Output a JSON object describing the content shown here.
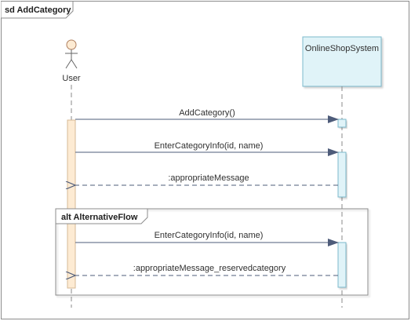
{
  "diagram": {
    "frame_title": "sd AddCategory",
    "actor": {
      "name": "User"
    },
    "participant": {
      "name": "OnlineShopSystem"
    },
    "fragment": {
      "label": "alt AlternativeFlow"
    },
    "messages": [
      {
        "label": "AddCategory()",
        "kind": "sync"
      },
      {
        "label": "EnterCategoryInfo(id, name)",
        "kind": "sync"
      },
      {
        "label": ":appropriateMessage",
        "kind": "return"
      },
      {
        "label": "EnterCategoryInfo(id, name)",
        "kind": "sync"
      },
      {
        "label": ":appropriateMessage_reservedcategory",
        "kind": "return"
      }
    ],
    "colors": {
      "frame_border": "#8c8c8c",
      "lifeline": "#8a8a8a",
      "arrow": "#4e5c7a",
      "participant_fill": "#e0f3f8",
      "participant_border": "#7cb9cc",
      "activation_system": "#e0f3f8",
      "activation_user": "#fdebd3",
      "activation_user_border": "#d6b894",
      "actor_head": "#fdebd3"
    }
  }
}
